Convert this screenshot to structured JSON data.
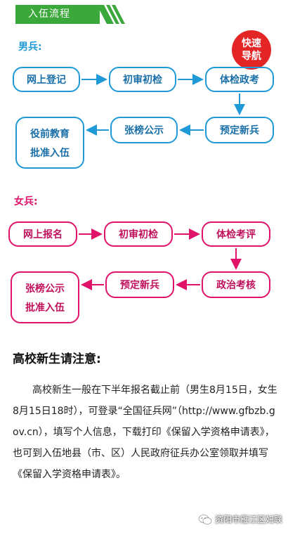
{
  "header": {
    "title": "入伍流程"
  },
  "badge": {
    "line1": "快速",
    "line2": "导航"
  },
  "male": {
    "label": "男兵:",
    "steps": [
      "网上登记",
      "初审初检",
      "体检政考",
      "预定新兵",
      "张榜公示"
    ],
    "final": {
      "line1": "役前教育",
      "line2": "批准入伍"
    }
  },
  "female": {
    "label": "女兵:",
    "steps": [
      "网上报名",
      "初审初检",
      "体检考评",
      "政治考核",
      "预定新兵"
    ],
    "final": {
      "line1": "张榜公示",
      "line2": "批准入伍"
    }
  },
  "notice": {
    "title": "高校新生请注意:",
    "body": "高校新生一般在下半年报名截止前（男生8月15日，女生8月15日18时），可登录“全国征兵网”（http://www.gfbzb.gov.cn），填写个人信息，下载打印《保留入学资格申请表》，也可到入伍地县（市、区）人民政府征兵办公室领取并填写《保留入学资格申请表》。"
  },
  "watermark": {
    "text": "资阳市雁江区妇联",
    "icon": "wechat-icon"
  },
  "colors": {
    "green": "#3aa83a",
    "blue": "#1f9ad6",
    "pink": "#e0136b",
    "red": "#e42525"
  }
}
